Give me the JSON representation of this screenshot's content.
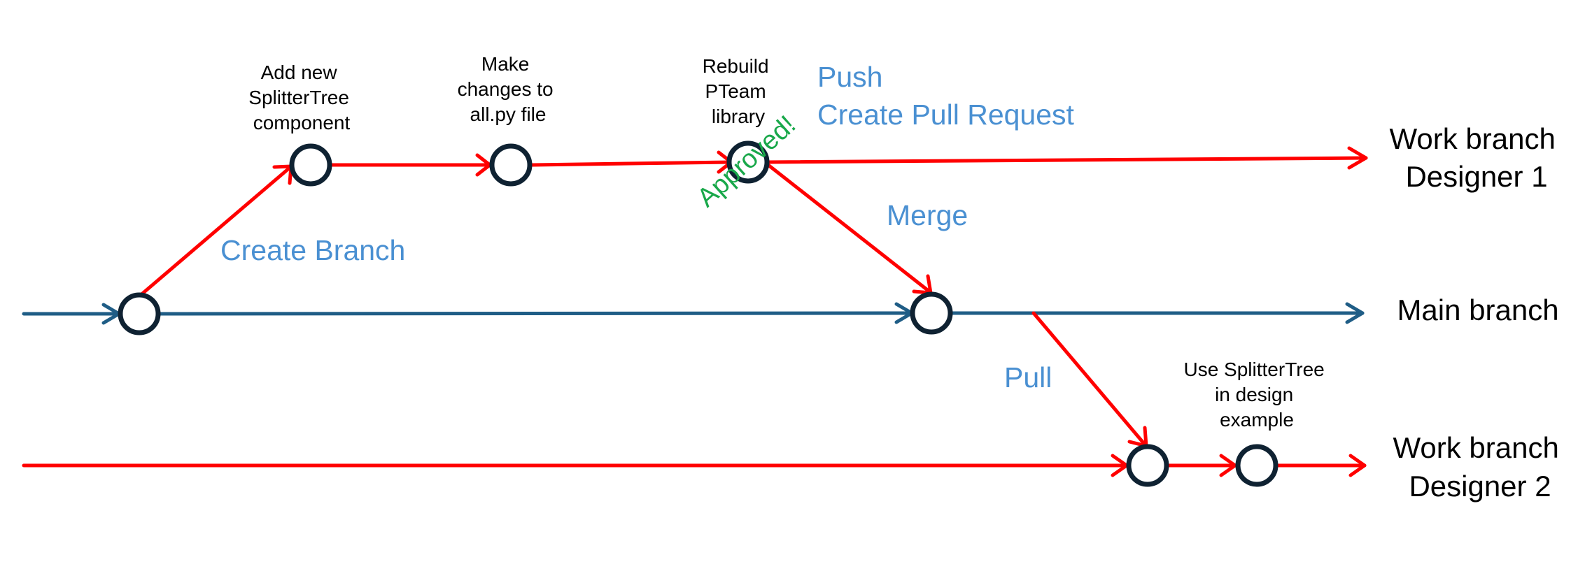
{
  "colors": {
    "work_branch": "#ff0000",
    "main_branch": "#1f5d86",
    "commit_stroke": "#0f2232",
    "action_text": "#4a90d2",
    "approved_text": "#19a84a"
  },
  "branches": {
    "work1": [
      "Work branch",
      "Designer 1"
    ],
    "main": [
      "Main branch"
    ],
    "work2": [
      "Work branch",
      "Designer 2"
    ]
  },
  "commits": {
    "add_component": [
      "Add new",
      "SplitterTree",
      "component"
    ],
    "make_changes": [
      "Make",
      "changes to",
      "all.py file"
    ],
    "rebuild": [
      "Rebuild",
      "PTeam",
      "library"
    ],
    "use_splittertree": [
      "Use SplitterTree",
      "in design",
      "example"
    ]
  },
  "actions": {
    "create_branch": "Create Branch",
    "push": "Push",
    "create_pull_request": "Create Pull Request",
    "merge": "Merge",
    "pull": "Pull"
  },
  "status": {
    "approved": "Approved!"
  }
}
